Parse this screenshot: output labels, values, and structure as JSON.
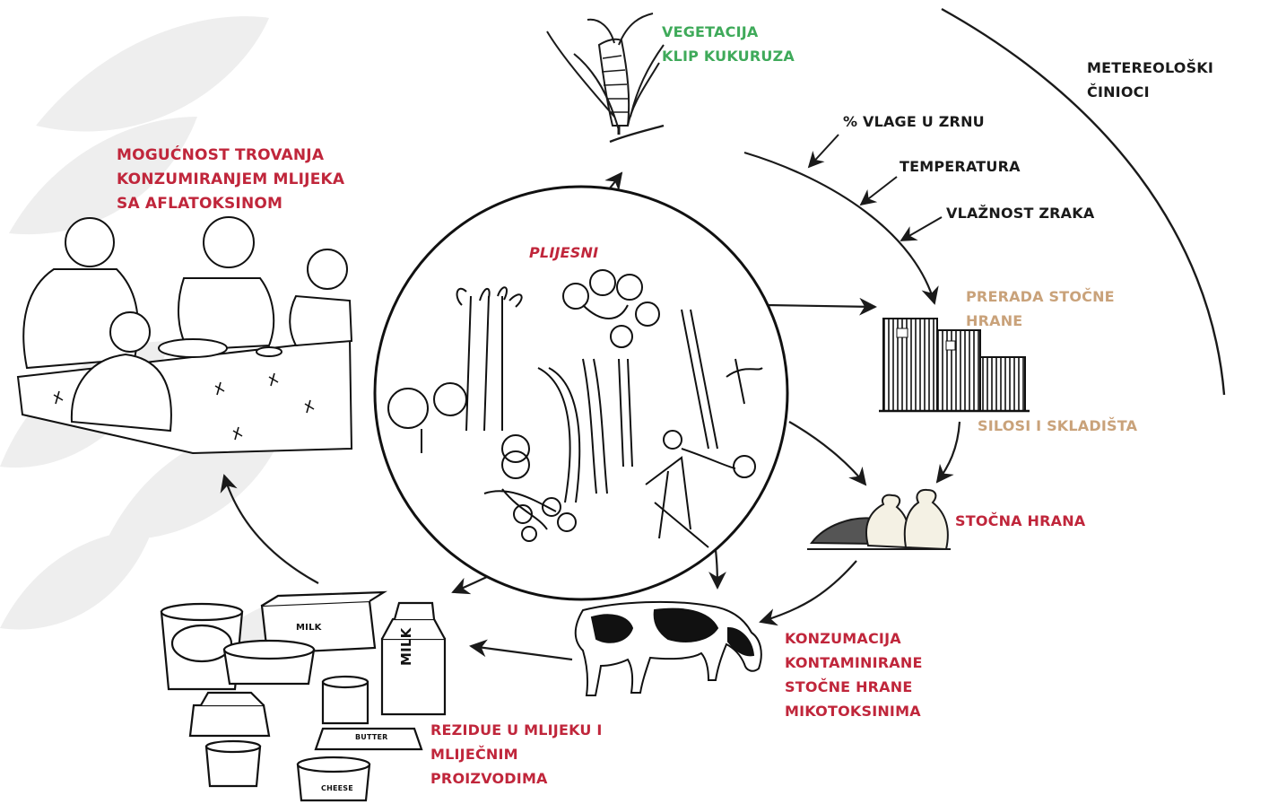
{
  "labels": {
    "vegetation": [
      "VEGETACIJA",
      "KLIP KUKURUZA"
    ],
    "meteorological": [
      "METEREOLOŠKI",
      "ČINIOCI"
    ],
    "grain_moisture": "% VLAGE U ZRNU",
    "temperature": "TEMPERATURA",
    "air_humidity": "VLAŽNOST ZRAKA",
    "processing": [
      "PRERADA STOČNE",
      "HRANE"
    ],
    "silos": "SILOSI I SKLADIŠTA",
    "feed": "STOČNA HRANA",
    "consumption": [
      "KONZUMACIJA",
      "KONTAMINIRANE",
      "STOČNE HRANE",
      "MIKOTOKSINIMA"
    ],
    "residues": [
      "REZIDUE U MLIJEKU I",
      "MLIJEČNIM",
      "PROIZVODIMA"
    ],
    "poisoning": [
      "MOGUĆNOST TROVANJA",
      "KONZUMIRANJEM MLIJEKA",
      "SA AFLATOKSINOM"
    ],
    "molds": "PLIJESNI"
  },
  "product_labels": {
    "milk_tub": "MILK",
    "milk_carton": "MILK",
    "butter": "BUTTER",
    "cheese": "CHEESE"
  },
  "colors": {
    "red": "#c0263b",
    "green": "#3faa5a",
    "tan": "#c9a27a",
    "dark": "#1a1a1a",
    "leaf": "#eeeeee"
  }
}
